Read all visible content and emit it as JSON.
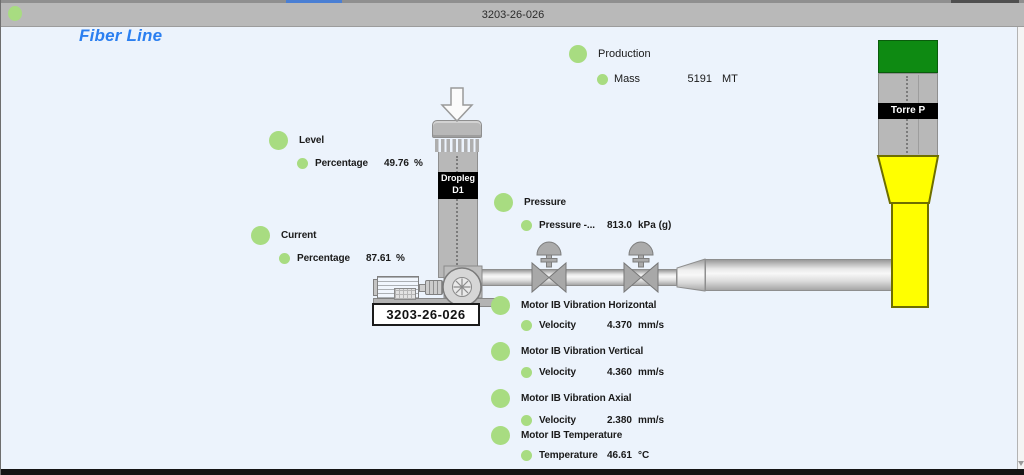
{
  "window": {
    "title": "3203-26-026"
  },
  "page": {
    "title": "Fiber Line"
  },
  "colors": {
    "accent_blue": "#2b7ff0",
    "dot_green": "#a8dc81",
    "equipment_gray": "#b8b8b8",
    "tower_green": "#0e8a12",
    "tower_yellow": "#ffff00",
    "titlebar_gray": "#b9b9b9"
  },
  "groups": [
    {
      "title": "Production",
      "rows": [
        {
          "label": "Mass",
          "value": "5191",
          "unit": "MT"
        }
      ]
    },
    {
      "title": "Level",
      "rows": [
        {
          "label": "Percentage",
          "value": "49.76",
          "unit": "%"
        }
      ]
    },
    {
      "title": "Current",
      "rows": [
        {
          "label": "Percentage",
          "value": "87.61",
          "unit": "%"
        }
      ]
    },
    {
      "title": "Pressure",
      "rows": [
        {
          "label": "Pressure -...",
          "value": "813.0",
          "unit": "kPa (g)"
        }
      ]
    },
    {
      "title": "Motor IB Vibration Horizontal",
      "rows": [
        {
          "label": "Velocity",
          "value": "4.370",
          "unit": "mm/s"
        }
      ]
    },
    {
      "title": "Motor IB Vibration Vertical",
      "rows": [
        {
          "label": "Velocity",
          "value": "4.360",
          "unit": "mm/s"
        }
      ]
    },
    {
      "title": "Motor IB Vibration Axial",
      "rows": [
        {
          "label": "Velocity",
          "value": "2.380",
          "unit": "mm/s"
        }
      ]
    },
    {
      "title": "Motor IB Temperature",
      "rows": [
        {
          "label": "Temperature",
          "value": "46.61",
          "unit": "°C"
        }
      ]
    }
  ],
  "equipment": {
    "dropleg": {
      "line1": "Dropleg",
      "line2": "D1"
    },
    "pump_tag": "3203-26-026",
    "tower": {
      "label": "Torre P"
    }
  }
}
